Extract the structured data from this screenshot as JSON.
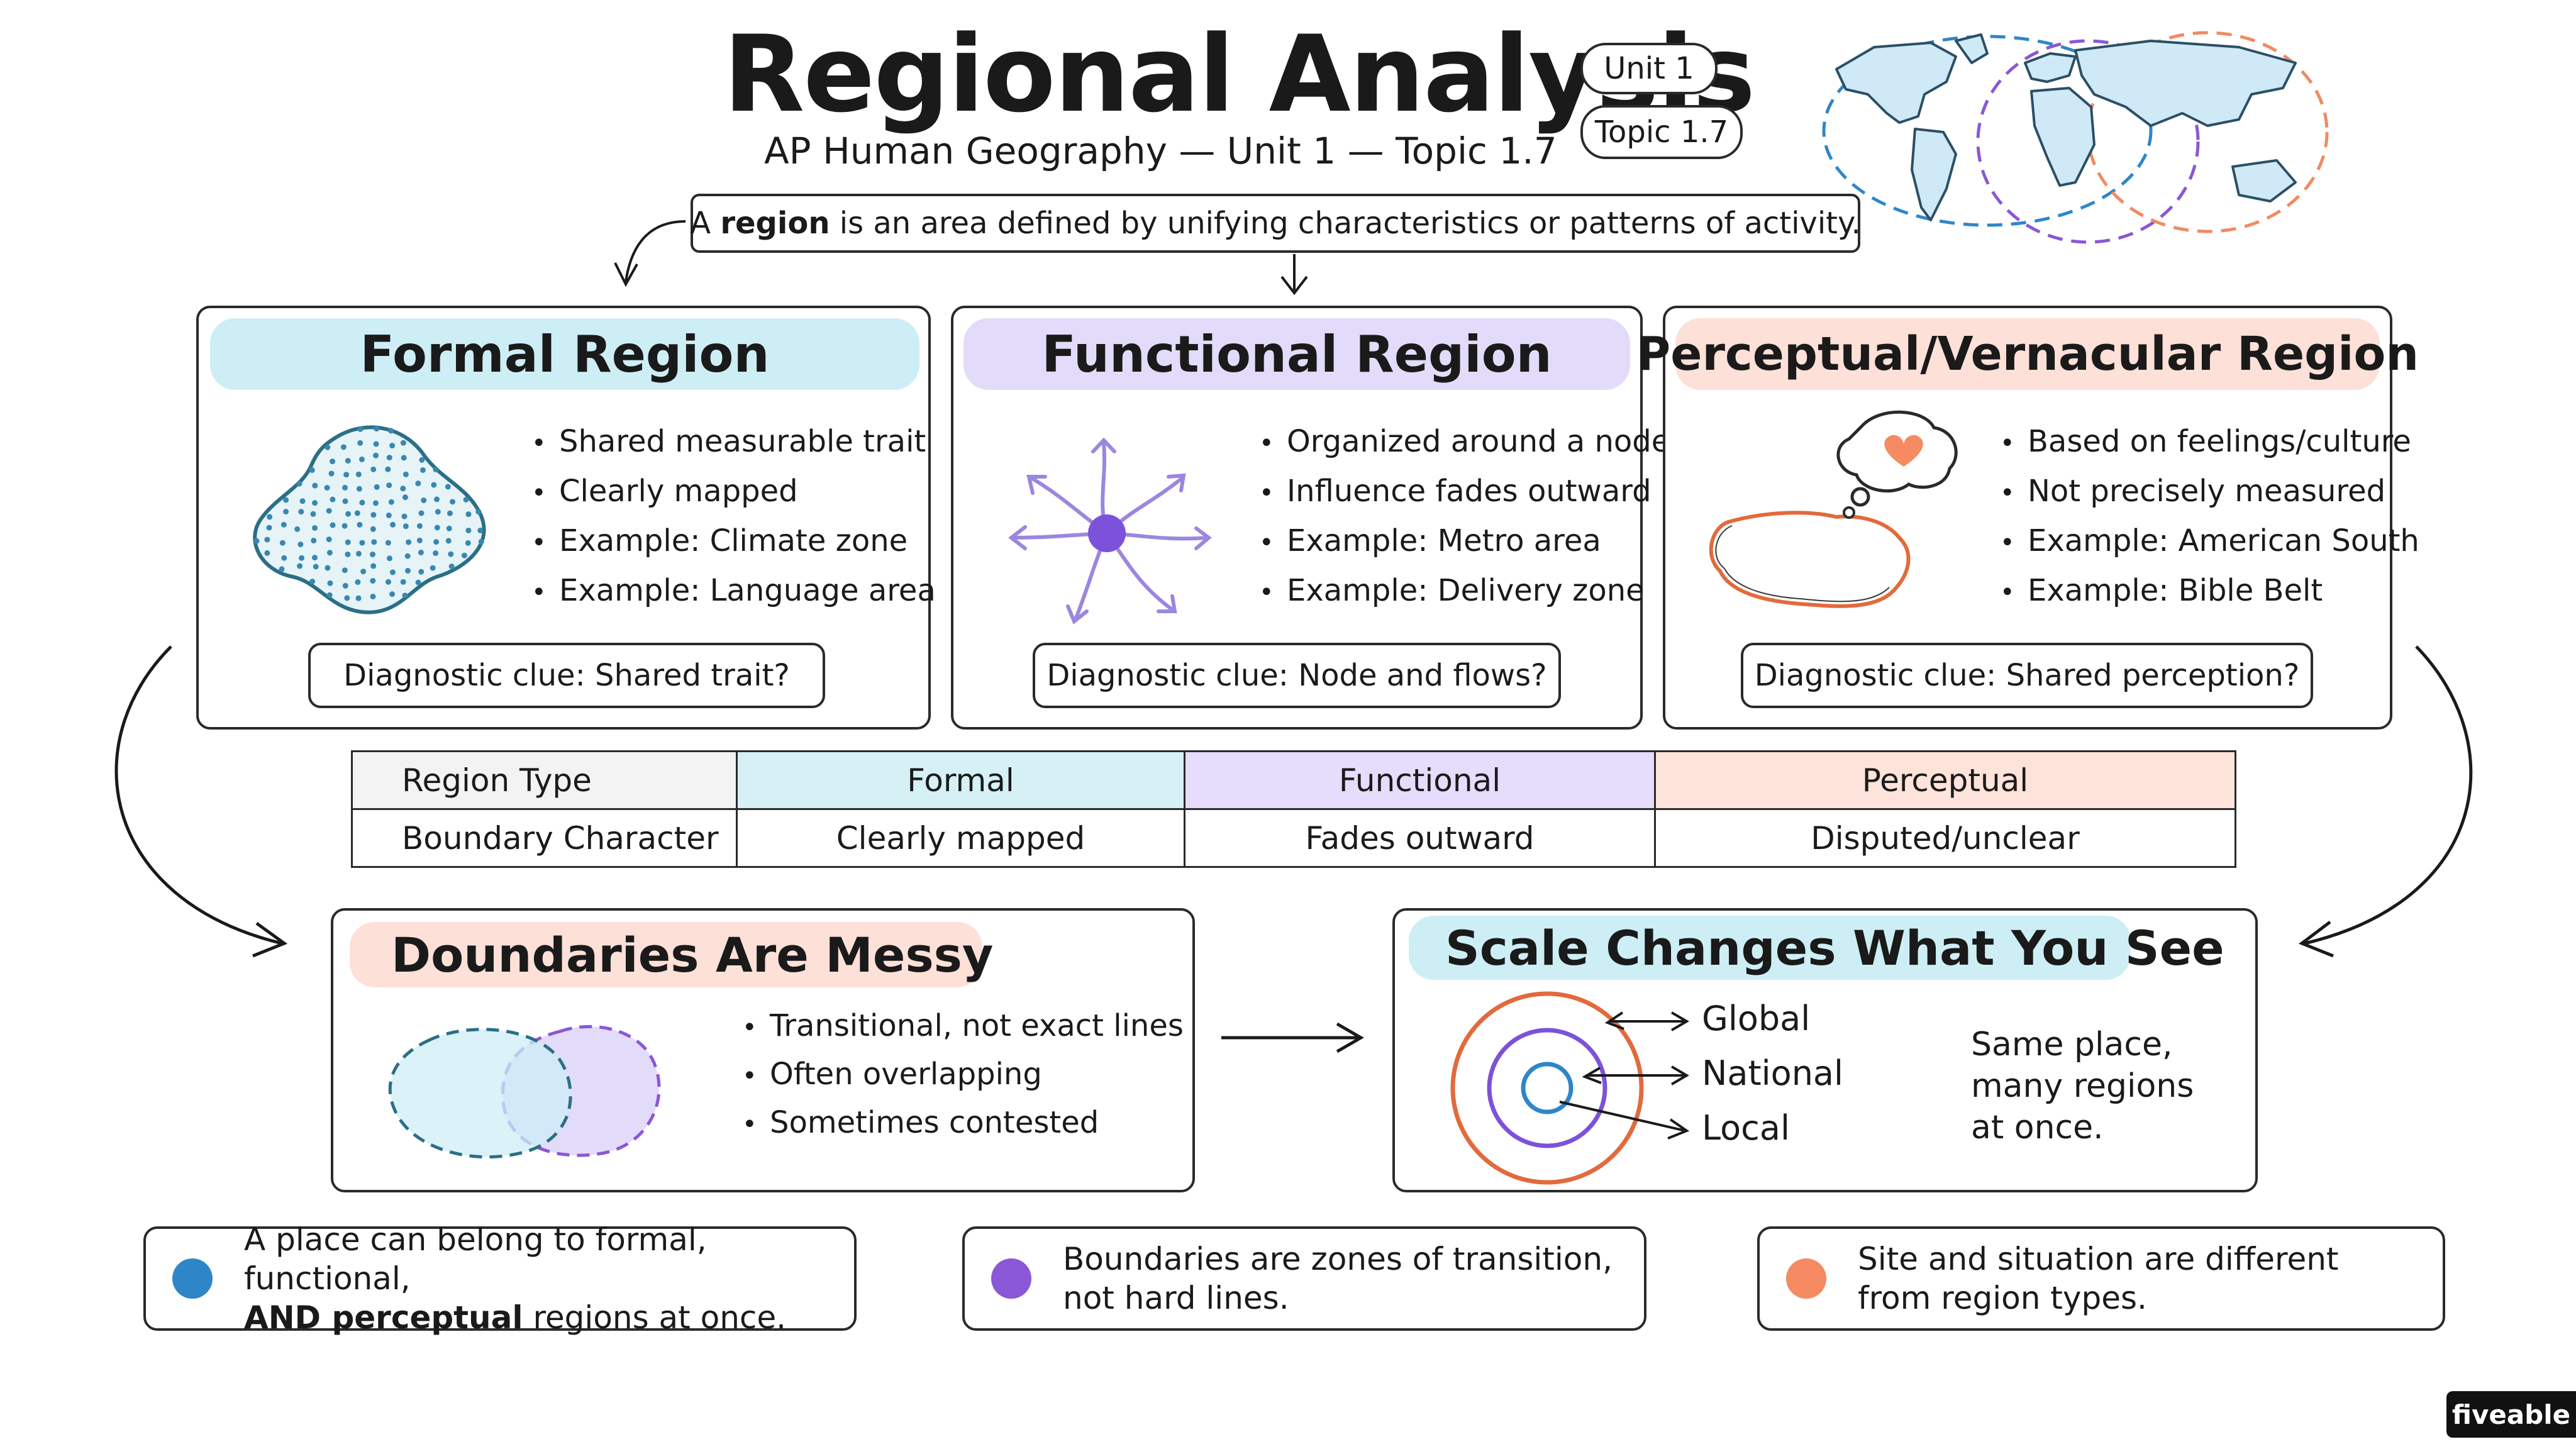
{
  "title": "Regional Analysis",
  "subtitle": "AP Human Geography — Unit 1 — Topic 1.7",
  "badges": {
    "unit": "Unit 1",
    "topic": "Topic 1.7"
  },
  "definition": {
    "term": "region",
    "prefix": "A",
    "rest": "is an area defined by unifying characteristics or patterns of activity."
  },
  "cards": [
    {
      "title": "Formal Region",
      "bullets": [
        "Shared measurable trait",
        "Clearly mapped",
        "Example: Climate zone",
        "Example: Language area"
      ],
      "clue": "Diagnostic clue: Shared trait?",
      "color": "#cdeef5"
    },
    {
      "title": "Functional Region",
      "bullets": [
        "Organized around a node",
        "Influence fades outward",
        "Example: Metro area",
        "Example: Delivery zone"
      ],
      "clue": "Diagnostic clue: Node and flows?",
      "color": "#e3dbfa"
    },
    {
      "title": "Perceptual/Vernacular Region",
      "bullets": [
        "Based on feelings/culture",
        "Not precisely measured",
        "Example: American South",
        "Example: Bible Belt"
      ],
      "clue": "Diagnostic clue: Shared perception?",
      "color": "#fde0d8"
    }
  ],
  "table": {
    "header": [
      "Region Type",
      "Formal",
      "Functional",
      "Perceptual"
    ],
    "row": [
      "Boundary Character",
      "Clearly mapped",
      "Fades outward",
      "Disputed/unclear"
    ]
  },
  "boundaries": {
    "title": "Doundaries Are Messy",
    "bullets": [
      "Transitional, not exact lines",
      "Often overlapping",
      "Sometimes contested"
    ]
  },
  "scale": {
    "title": "Scale Changes What You See",
    "labels": [
      "Global",
      "National",
      "Local"
    ],
    "text": [
      "Same place,",
      "many regions",
      "at once."
    ]
  },
  "notes": [
    {
      "line1": "A place can belong to formal, functional,",
      "line2_bold": "AND perceptual",
      "line2_rest": "regions at once.",
      "color": "#2e86c9"
    },
    {
      "line1": "Boundaries are zones of transition,",
      "line2": "not hard lines.",
      "color": "#8a57d6"
    },
    {
      "line1": "Site and situation are different",
      "line2": "from region types.",
      "color": "#f58a63"
    }
  ],
  "brand": "fiveable",
  "colors": {
    "teal": "#2b6f86",
    "purple": "#7b52d9",
    "orange": "#e26a3c",
    "blue": "#2e86c9"
  }
}
